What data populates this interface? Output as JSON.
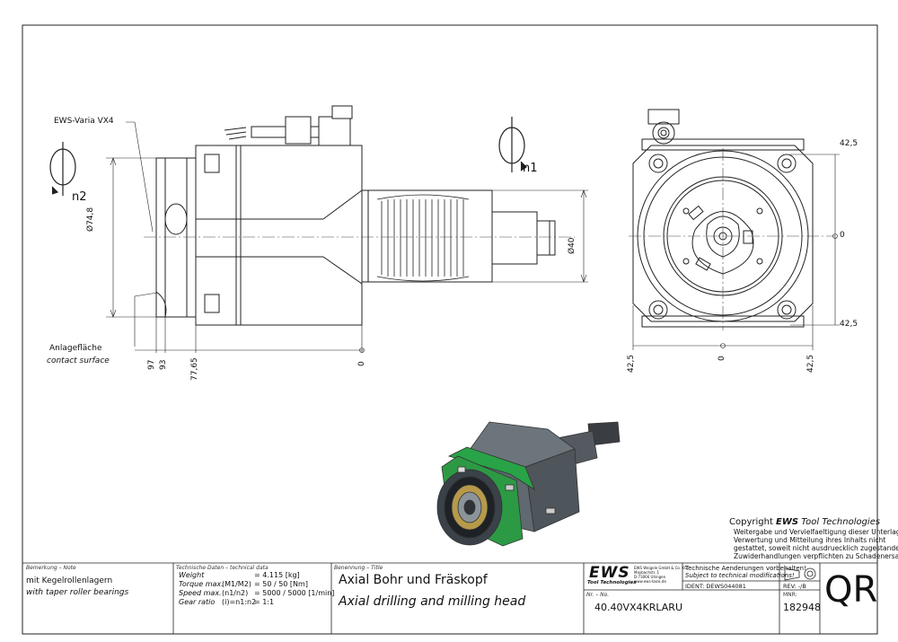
{
  "drawing": {
    "callouts": {
      "ews_varia": "EWS-Varia VX4",
      "contact_de": "Anlagefläche",
      "contact_en": "contact surface",
      "n1": "n1",
      "n2": "n2"
    },
    "dimensions": {
      "dia_748": "Ø74,8",
      "dia_40": "Ø40",
      "d97": "97",
      "d93": "93",
      "d7765": "77,65",
      "d0_side": "0",
      "d425_top": "42,5",
      "d0_right": "0",
      "d425_bottom": "42,5",
      "d425_left": "42,5",
      "d0_bottom": "0",
      "d425_right": "42,5"
    }
  },
  "copyright": {
    "title_prefix": "Copyright ",
    "brand": "EWS",
    "title_suffix": " Tool Technologies",
    "lines": [
      "Weitergabe und Vervielfaeltigung dieser Unterlage,",
      "Verwertung und Mitteilung ihres Inhalts nicht",
      "gestattet, soweit nicht ausdruecklich zugestanden.",
      "Zuwiderhandlungen verpflichten zu Schadenersatz."
    ]
  },
  "title_block": {
    "remark_header": "Bemerkung – Note",
    "remark_de": "mit Kegelrollenlagern",
    "remark_en": "with taper roller bearings",
    "tech_header": "Technische Daten – technical data",
    "tech_rows": [
      {
        "label": "Weight",
        "cond": "",
        "value": "4.115 [kg]"
      },
      {
        "label": "Torque max.",
        "cond": "(M1/M2)",
        "value": "50 / 50 [Nm]"
      },
      {
        "label": "Speed max.",
        "cond": "(n1/n2)",
        "value": "5000 / 5000 [1/min]"
      },
      {
        "label": "Gear ratio",
        "cond": "(i)=n1:n2",
        "value": "1:1"
      }
    ],
    "title_header": "Benennung – Title",
    "title_de": "Axial Bohr und Fräskopf",
    "title_en": "Axial drilling and milling head",
    "logo_main": "EWS",
    "logo_sub": "Tool Technologies",
    "company_lines": [
      "EWS Weigele GmbH & Co. KG",
      "Maybachstr. 1",
      "D-73066 Uhingen",
      "www.ews-tools.de"
    ],
    "notice_de": "Technische Aenderungen vorbehalten!",
    "notice_en": "Subject to technical modifications!",
    "ident": "IDENT: DEWS044081",
    "rev": "REV:  -/B",
    "nr_header": "Nr. – No.",
    "part_no": "40.40VX4KRLARU",
    "mnr_header": "MNR:",
    "mnr": "182948",
    "qr": "QR"
  }
}
